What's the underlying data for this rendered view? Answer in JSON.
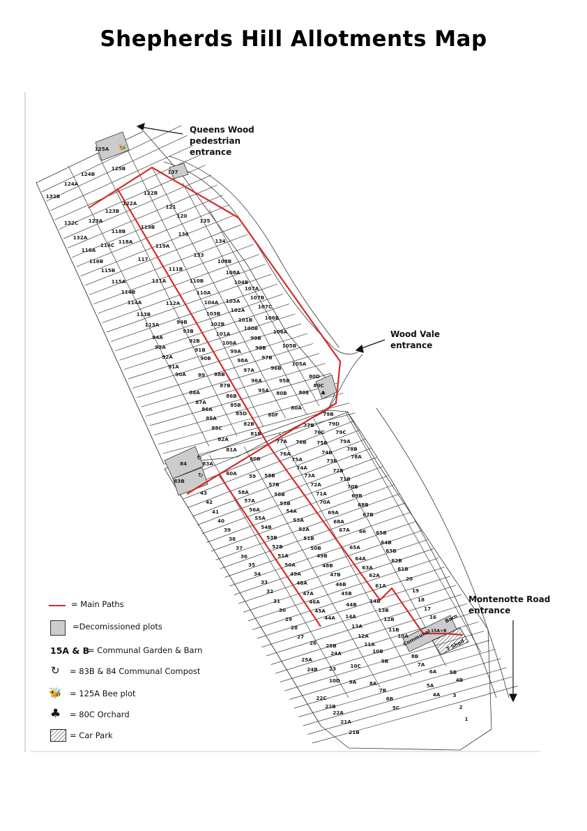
{
  "title": "Shepherds Hill Allotments Map",
  "entrances": {
    "queens_wood": "Queens Wood pedestrian entrance",
    "wood_vale": "Wood Vale entrance",
    "montenotte": "Montenotte Road entrance"
  },
  "areas": {
    "communal": "Communal",
    "barn": "Barn",
    "shed": "T Shed",
    "communal_barn_plot": "15A+B"
  },
  "legend": {
    "main_paths": "= Main Paths",
    "decommissioned": "=Decomissioned plots",
    "communal_key": "15A & B",
    "communal": "= Communal Garden & Barn",
    "compost": "= 83B & 84 Communal Compost",
    "bee": "= 125A Bee plot",
    "orchard": "= 80C Orchard",
    "car_park": "= Car Park"
  },
  "colors": {
    "path": "#d42a2a",
    "decommissioned": "#cccccc",
    "plot_lines": "#333333"
  },
  "plots": [
    {
      "id": "125A",
      "decommissioned": true
    },
    {
      "id": "125B"
    },
    {
      "id": "137",
      "decommissioned": true
    },
    {
      "id": "124B"
    },
    {
      "id": "124A"
    },
    {
      "id": "132B"
    },
    {
      "id": "122B"
    },
    {
      "id": "122A"
    },
    {
      "id": "121"
    },
    {
      "id": "120"
    },
    {
      "id": "135"
    },
    {
      "id": "123B"
    },
    {
      "id": "123A"
    },
    {
      "id": "132C"
    },
    {
      "id": "132A"
    },
    {
      "id": "118B"
    },
    {
      "id": "119B"
    },
    {
      "id": "136"
    },
    {
      "id": "134"
    },
    {
      "id": "116C"
    },
    {
      "id": "118A"
    },
    {
      "id": "119A"
    },
    {
      "id": "116A"
    },
    {
      "id": "116B"
    },
    {
      "id": "117"
    },
    {
      "id": "133"
    },
    {
      "id": "108B"
    },
    {
      "id": "115B"
    },
    {
      "id": "111B"
    },
    {
      "id": "108A"
    },
    {
      "id": "115A"
    },
    {
      "id": "111A"
    },
    {
      "id": "110B"
    },
    {
      "id": "104B"
    },
    {
      "id": "114B"
    },
    {
      "id": "110A"
    },
    {
      "id": "107A"
    },
    {
      "id": "114A"
    },
    {
      "id": "112A"
    },
    {
      "id": "104A"
    },
    {
      "id": "103A"
    },
    {
      "id": "107B"
    },
    {
      "id": "102A"
    },
    {
      "id": "107C"
    },
    {
      "id": "113B"
    },
    {
      "id": "103B"
    },
    {
      "id": "101B"
    },
    {
      "id": "106B"
    },
    {
      "id": "113A"
    },
    {
      "id": "94B"
    },
    {
      "id": "102B"
    },
    {
      "id": "100B"
    },
    {
      "id": "93B"
    },
    {
      "id": "106A"
    },
    {
      "id": "94A"
    },
    {
      "id": "101A"
    },
    {
      "id": "99B"
    },
    {
      "id": "92B"
    },
    {
      "id": "105B"
    },
    {
      "id": "93A"
    },
    {
      "id": "100A"
    },
    {
      "id": "91B"
    },
    {
      "id": "98B"
    },
    {
      "id": "92A"
    },
    {
      "id": "99A"
    },
    {
      "id": "90B"
    },
    {
      "id": "97B"
    },
    {
      "id": "98A"
    },
    {
      "id": "105A"
    },
    {
      "id": "91A"
    },
    {
      "id": "90A"
    },
    {
      "id": "97A"
    },
    {
      "id": "89"
    },
    {
      "id": "88B"
    },
    {
      "id": "96B"
    },
    {
      "id": "96A"
    },
    {
      "id": "80D"
    },
    {
      "id": "95B"
    },
    {
      "id": "87B"
    },
    {
      "id": "80C",
      "decommissioned": true
    },
    {
      "id": "88A"
    },
    {
      "id": "95A"
    },
    {
      "id": "86B"
    },
    {
      "id": "80B"
    },
    {
      "id": "80E"
    },
    {
      "id": "87A"
    },
    {
      "id": "85B"
    },
    {
      "id": "80A"
    },
    {
      "id": "86A"
    },
    {
      "id": "85D"
    },
    {
      "id": "80F"
    },
    {
      "id": "79B"
    },
    {
      "id": "85A"
    },
    {
      "id": "77B"
    },
    {
      "id": "79D"
    },
    {
      "id": "82B"
    },
    {
      "id": "85C"
    },
    {
      "id": "76C"
    },
    {
      "id": "79C"
    },
    {
      "id": "81B"
    },
    {
      "id": "82A"
    },
    {
      "id": "77A"
    },
    {
      "id": "76B"
    },
    {
      "id": "75B"
    },
    {
      "id": "78B"
    },
    {
      "id": "79A"
    },
    {
      "id": "81A"
    },
    {
      "id": "76A"
    },
    {
      "id": "74B"
    },
    {
      "id": "78A"
    },
    {
      "id": "84",
      "decommissioned": true
    },
    {
      "id": "83A"
    },
    {
      "id": "60B"
    },
    {
      "id": "75A"
    },
    {
      "id": "73B"
    },
    {
      "id": "74A"
    },
    {
      "id": "72B"
    },
    {
      "id": "83B",
      "decommissioned": true
    },
    {
      "id": "60A"
    },
    {
      "id": "59"
    },
    {
      "id": "58B"
    },
    {
      "id": "73A"
    },
    {
      "id": "71B"
    },
    {
      "id": "57B"
    },
    {
      "id": "72A"
    },
    {
      "id": "70B"
    },
    {
      "id": "43"
    },
    {
      "id": "58A"
    },
    {
      "id": "56B"
    },
    {
      "id": "71A"
    },
    {
      "id": "69B"
    },
    {
      "id": "57A"
    },
    {
      "id": "42"
    },
    {
      "id": "55B"
    },
    {
      "id": "70A"
    },
    {
      "id": "68B"
    },
    {
      "id": "56A"
    },
    {
      "id": "54A"
    },
    {
      "id": "41"
    },
    {
      "id": "69A"
    },
    {
      "id": "67B"
    },
    {
      "id": "55A"
    },
    {
      "id": "53A"
    },
    {
      "id": "40"
    },
    {
      "id": "68A"
    },
    {
      "id": "54B"
    },
    {
      "id": "52A"
    },
    {
      "id": "39"
    },
    {
      "id": "67A"
    },
    {
      "id": "66"
    },
    {
      "id": "65B"
    },
    {
      "id": "53B"
    },
    {
      "id": "51B"
    },
    {
      "id": "38"
    },
    {
      "id": "64B"
    },
    {
      "id": "50B"
    },
    {
      "id": "37"
    },
    {
      "id": "52B"
    },
    {
      "id": "65A"
    },
    {
      "id": "63B"
    },
    {
      "id": "49B"
    },
    {
      "id": "51A"
    },
    {
      "id": "64A"
    },
    {
      "id": "62B"
    },
    {
      "id": "36"
    },
    {
      "id": "35"
    },
    {
      "id": "50A"
    },
    {
      "id": "48B"
    },
    {
      "id": "63A"
    },
    {
      "id": "61B"
    },
    {
      "id": "47B"
    },
    {
      "id": "34"
    },
    {
      "id": "49A"
    },
    {
      "id": "62A"
    },
    {
      "id": "20"
    },
    {
      "id": "33"
    },
    {
      "id": "48A"
    },
    {
      "id": "46B"
    },
    {
      "id": "61A"
    },
    {
      "id": "32"
    },
    {
      "id": "45B"
    },
    {
      "id": "47A"
    },
    {
      "id": "19"
    },
    {
      "id": "31"
    },
    {
      "id": "46A"
    },
    {
      "id": "14B"
    },
    {
      "id": "44B"
    },
    {
      "id": "18"
    },
    {
      "id": "30"
    },
    {
      "id": "45A"
    },
    {
      "id": "13B"
    },
    {
      "id": "17"
    },
    {
      "id": "29"
    },
    {
      "id": "44A"
    },
    {
      "id": "14A"
    },
    {
      "id": "12B"
    },
    {
      "id": "16"
    },
    {
      "id": "28"
    },
    {
      "id": "13A"
    },
    {
      "id": "11B"
    },
    {
      "id": "27"
    },
    {
      "id": "12A"
    },
    {
      "id": "10A"
    },
    {
      "id": "26"
    },
    {
      "id": "25B"
    },
    {
      "id": "11A"
    },
    {
      "id": "24A"
    },
    {
      "id": "10B"
    },
    {
      "id": "8B"
    },
    {
      "id": "25A"
    },
    {
      "id": "9B"
    },
    {
      "id": "23"
    },
    {
      "id": "24B"
    },
    {
      "id": "10C"
    },
    {
      "id": "7A"
    },
    {
      "id": "10D"
    },
    {
      "id": "6A"
    },
    {
      "id": "5B"
    },
    {
      "id": "9A"
    },
    {
      "id": "8A"
    },
    {
      "id": "4B"
    },
    {
      "id": "5A"
    },
    {
      "id": "7B"
    },
    {
      "id": "22C"
    },
    {
      "id": "4A"
    },
    {
      "id": "3"
    },
    {
      "id": "6B"
    },
    {
      "id": "22B"
    },
    {
      "id": "5C"
    },
    {
      "id": "2"
    },
    {
      "id": "22A"
    },
    {
      "id": "1"
    },
    {
      "id": "21A"
    },
    {
      "id": "21B"
    }
  ]
}
